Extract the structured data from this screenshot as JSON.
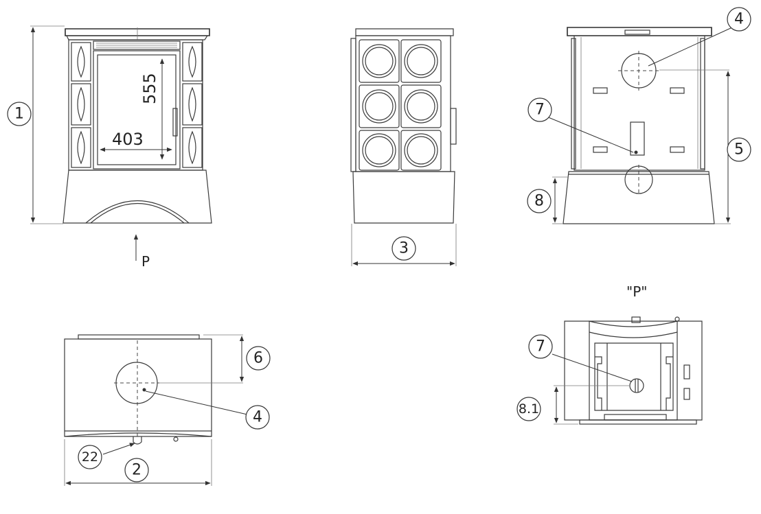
{
  "callouts": {
    "height": "1",
    "width": "2",
    "depth": "3",
    "flue_diameter_top": "4",
    "flue_diameter_plan": "4",
    "flue_height_back": "5",
    "flue_offset_plan": "6",
    "air_inlet_back": "7",
    "air_inlet_p": "7",
    "base_height_back": "8",
    "base_height_p": "8.1",
    "foot_22": "22"
  },
  "dimensions": {
    "door_width": "403",
    "door_height": "555"
  },
  "labels": {
    "arrow_p": "P",
    "view_p_title": "\"P\""
  },
  "colors": {
    "line": "#3a3a3a",
    "background": "#ffffff"
  }
}
